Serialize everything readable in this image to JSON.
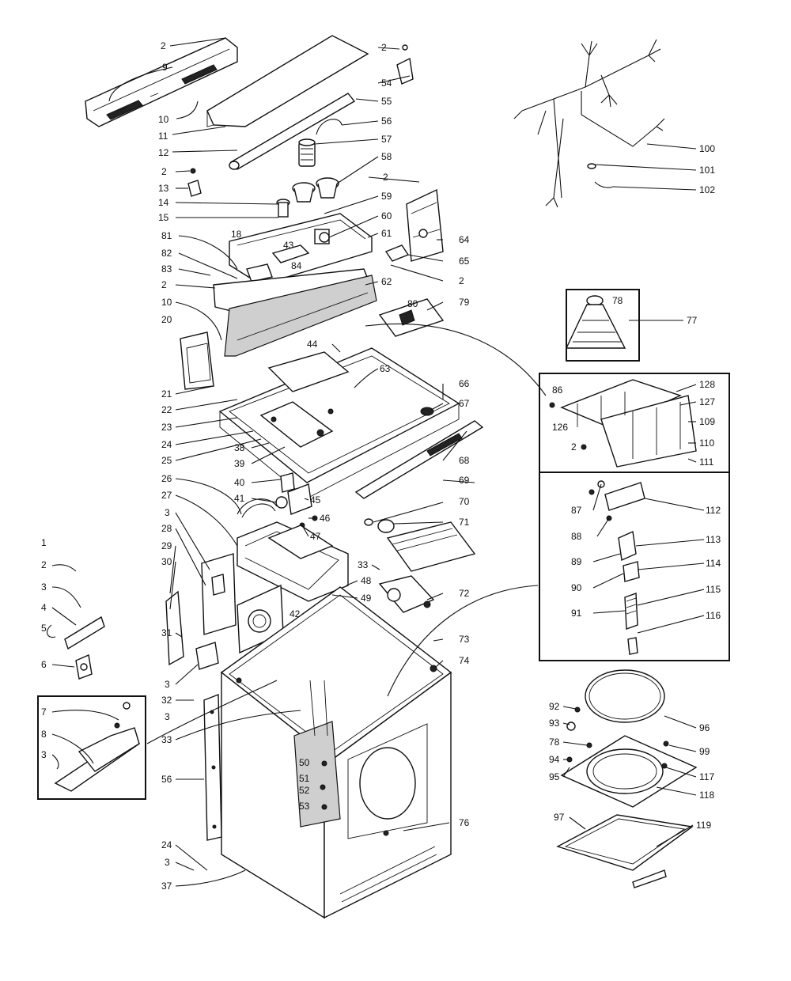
{
  "labels": {
    "l2a": "2",
    "l9": "9",
    "l10": "10",
    "l11": "11",
    "l12": "12",
    "l2b": "2",
    "l13": "13",
    "l14": "14",
    "l15": "15",
    "l81": "81",
    "l82": "82",
    "l83": "83",
    "l2c": "2",
    "l10b": "10",
    "l20": "20",
    "l21": "21",
    "l22": "22",
    "l23": "23",
    "l24": "24",
    "l25": "25",
    "l26": "26",
    "l27": "27",
    "l3a": "3",
    "l28": "28",
    "l29": "29",
    "l30": "30",
    "l31": "31",
    "l3b": "3",
    "l32": "32",
    "l3c": "3",
    "l33a": "33",
    "l56": "56",
    "l24b": "24",
    "l3d": "3",
    "l37": "37",
    "l2top": "2",
    "l54": "54",
    "l55": "55",
    "l56top": "56",
    "l57": "57",
    "l58": "58",
    "l2d": "2",
    "l59": "59",
    "l60": "60",
    "l61": "61",
    "l18": "18",
    "l43": "43",
    "l84": "84",
    "l64": "64",
    "l65": "65",
    "l2e": "2",
    "l62": "62",
    "l79": "79",
    "l80": "80",
    "l44": "44",
    "l63": "63",
    "l66": "66",
    "l67": "67",
    "l68": "68",
    "l38": "38",
    "l39": "39",
    "l40": "40",
    "l41": "41",
    "l45": "45",
    "l46": "46",
    "l47": "47",
    "l69": "69",
    "l70": "70",
    "l71": "71",
    "l33b": "33",
    "l48": "48",
    "l49": "49",
    "l72": "72",
    "l42": "42",
    "l73": "73",
    "l74": "74",
    "l50": "50",
    "l51": "51",
    "l52": "52",
    "l53": "53",
    "l76": "76",
    "l100": "100",
    "l101": "101",
    "l102": "102",
    "l78": "78",
    "l77": "77",
    "l86": "86",
    "l128": "128",
    "l127": "127",
    "l126": "126",
    "l109": "109",
    "l110": "110",
    "l2f": "2",
    "l111": "111",
    "l87": "87",
    "l112": "112",
    "l88": "88",
    "l113": "113",
    "l89": "89",
    "l114": "114",
    "l90": "90",
    "l115": "115",
    "l91": "91",
    "l116": "116",
    "l92": "92",
    "l93": "93",
    "l78b": "78",
    "l94": "94",
    "l95": "95",
    "l96": "96",
    "l99": "99",
    "l117": "117",
    "l118": "118",
    "l97": "97",
    "l119": "119",
    "s1": "1",
    "s2": "2",
    "s3": "3",
    "s4": "4",
    "s5": "5",
    "s6": "6",
    "s7": "7",
    "s8": "8",
    "s3b": "3"
  }
}
